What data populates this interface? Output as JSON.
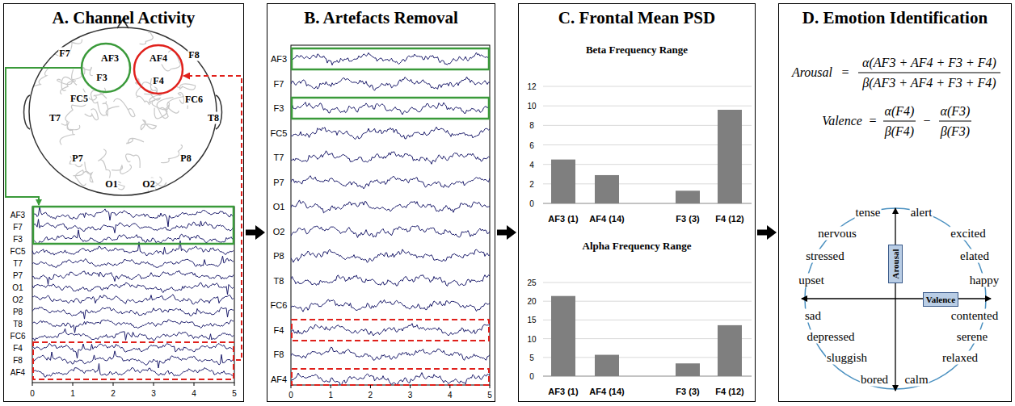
{
  "diagram": {
    "nodes": [
      {
        "text": [
          "A. Channel Activity"
        ]
      },
      {
        "text": [
          "B. Artefacts Removal"
        ]
      },
      {
        "text": [
          "C. Frontal Mean PSD"
        ]
      },
      {
        "text": [
          "D. Emotion Identification"
        ]
      },
      {
        "text": [
          "Arousal"
        ],
        "in": 3
      },
      {
        "text": [
          "Valence"
        ],
        "in": 3
      }
    ],
    "edges": [
      {
        "from": 0,
        "to": 1,
        "arrow": "to"
      },
      {
        "from": 1,
        "to": 2,
        "arrow": "to"
      },
      {
        "from": 2,
        "to": 3,
        "arrow": "to"
      }
    ],
    "labels": [
      "F7",
      "AF3",
      "AF4",
      "F8",
      "F3",
      "F4",
      "FC5",
      "FC6",
      "T7",
      "T8",
      "P7",
      "P8",
      "O1",
      "O2",
      "AF3",
      "F7",
      "F3",
      "FC5",
      "T7",
      "P7",
      "O1",
      "O2",
      "P8",
      "T8",
      "FC6",
      "F4",
      "F8",
      "AF4",
      "0",
      "1",
      "2",
      "3",
      "4",
      "5",
      "AF3",
      "F7",
      "F3",
      "FC5",
      "T7",
      "P7",
      "O1",
      "O2",
      "P8",
      "T8",
      "FC6",
      "F4",
      "F8",
      "AF4",
      "0",
      "1",
      "2",
      "3",
      "4",
      "5",
      "Beta Frequency Range",
      "12",
      "10",
      "8",
      "6",
      "4",
      "2",
      "0",
      "AF3 (1)",
      "AF4 (14)",
      "F3 (3)",
      "F4 (12)",
      "Alpha Frequency Range",
      "25",
      "20",
      "15",
      "10",
      "5",
      "0",
      "AF3 (1)",
      "AF4 (14)",
      "F3 (3)",
      "F4 (12)",
      "Arousal",
      "=",
      "α(AF3 + AF4 + F3 + F4)",
      "β(AF3 + AF4 + F3 + F4)",
      "Valence",
      "=",
      "α(F4)",
      "β(F4)",
      "−",
      "α(F3)",
      "β(F3)",
      "tense",
      "alert",
      "nervous",
      "excited",
      "stressed",
      "elated",
      "upset",
      "happy",
      "sad",
      "contented",
      "depressed",
      "serene",
      "sluggish",
      "relaxed",
      "bored",
      "calm"
    ]
  }
}
